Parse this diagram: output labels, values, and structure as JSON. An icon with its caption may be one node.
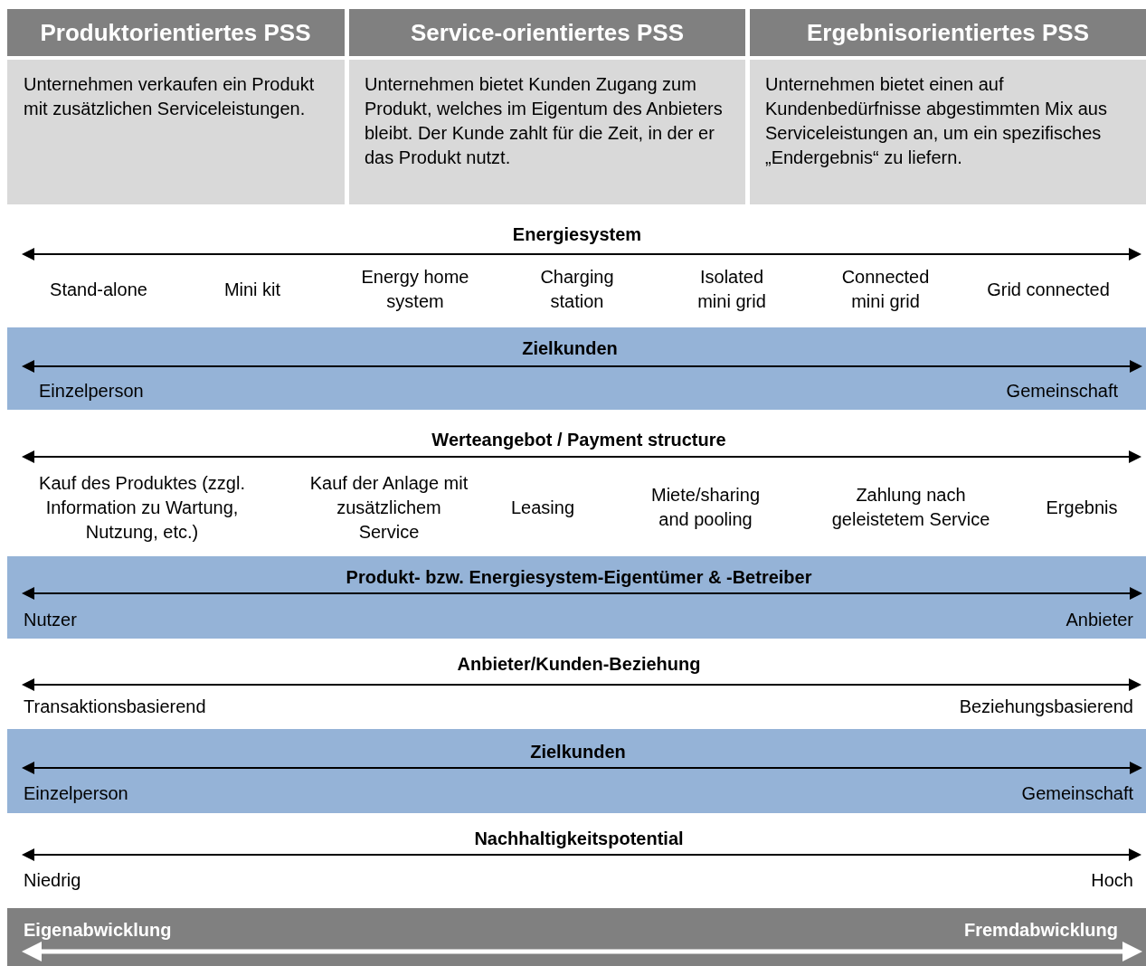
{
  "diagram": {
    "nodes": [
      {
        "text": [
          "Produktorientiertes PSS"
        ]
      },
      {
        "text": [
          "Service-orientiertes PSS"
        ]
      },
      {
        "text": [
          "Ergebnisorientiertes PSS"
        ]
      },
      {
        "text": [
          "Unternehmen verkaufen ein Produkt mit zusätzlichen Serviceleistungen."
        ]
      },
      {
        "text": [
          "Unternehmen bietet Kunden Zugang zum Produkt, welches im Eigentum des Anbieters bleibt. Der Kunde zahlt für die Zeit, in der er das Produkt nutzt."
        ]
      },
      {
        "text": [
          "Unternehmen bietet einen auf Kundenbedürfnisse abgestimmten Mix aus Serviceleistungen an, um ein spezifisches „Endergebnis“ zu liefern."
        ]
      },
      {
        "text": [
          "Zielkunden",
          "Einzelperson",
          "Gemeinschaft"
        ]
      },
      {
        "text": [
          "Produkt- bzw. Energiesystem-Eigentümer & -Betreiber",
          "Nutzer",
          "Anbieter"
        ]
      },
      {
        "text": [
          "Zielkunden",
          "Einzelperson",
          "Gemeinschaft"
        ]
      },
      {
        "text": [
          "Eigenabwicklung",
          "Fremdabwicklung"
        ]
      }
    ],
    "edges": [],
    "labels": [
      "Energiesystem",
      "Stand-alone",
      "Mini kit",
      "Energy home system",
      "Charging station",
      "Isolated mini grid",
      "Connected mini grid",
      "Grid connected",
      "Werteangebot / Payment structure",
      "Kauf des Produktes (zzgl. Information zu Wartung, Nutzung, etc.)",
      "Kauf der Anlage mit zusätzlichem Service",
      "Leasing",
      "Miete/sharing and pooling",
      "Zahlung nach geleistetem Service",
      "Ergebnis",
      "Anbieter/Kunden-Beziehung",
      "Transaktionsbasierend",
      "Beziehungsbasierend",
      "Nachhaltigkeitspotential",
      "Niedrig",
      "Hoch"
    ]
  }
}
